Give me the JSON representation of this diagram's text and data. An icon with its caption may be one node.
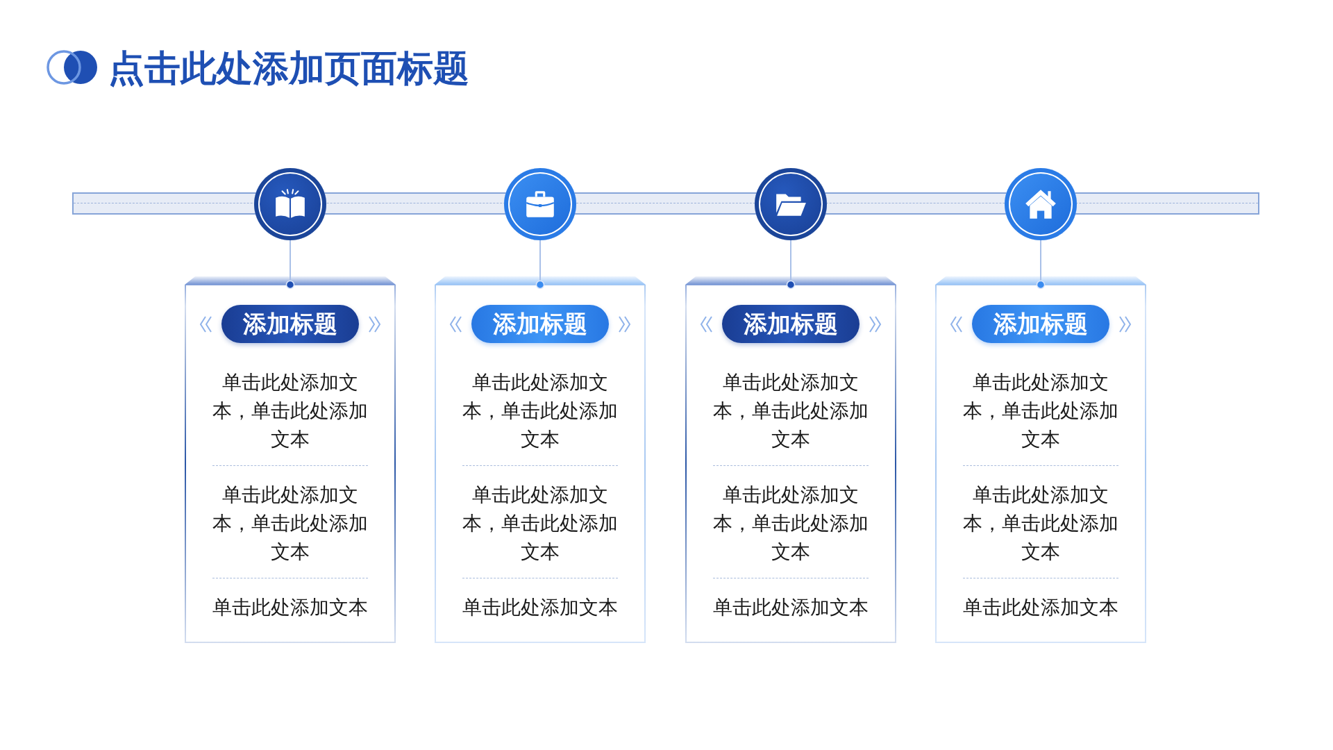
{
  "diagram": {
    "title": "点击此处添加页面标题",
    "nodes": [
      {
        "text": [],
        "shape": "circle"
      },
      {
        "text": [
          "单击此处添加文本，单击此处添加文本",
          "单击此处添加文本，单击此处添加文本",
          "单击此处添加文本"
        ]
      },
      {
        "text": [
          "添加标题"
        ],
        "in": 1
      },
      {
        "text": [],
        "shape": "circle"
      },
      {
        "text": [
          "单击此处添加文本，单击此处添加文本",
          "单击此处添加文本，单击此处添加文本",
          "单击此处添加文本"
        ]
      },
      {
        "text": [
          "添加标题"
        ],
        "in": 4
      },
      {
        "text": [],
        "shape": "circle"
      },
      {
        "text": [
          "单击此处添加文本，单击此处添加文本",
          "单击此处添加文本，单击此处添加文本",
          "单击此处添加文本"
        ]
      },
      {
        "text": [
          "添加标题"
        ],
        "in": 7
      },
      {
        "text": [],
        "shape": "circle"
      },
      {
        "text": [
          "单击此处添加文本，单击此处添加文本",
          "单击此处添加文本，单击此处添加文本",
          "单击此处添加文本"
        ]
      },
      {
        "text": [
          "添加标题"
        ],
        "in": 10
      }
    ],
    "edges": [
      {
        "from": 0,
        "to": 1,
        "arrow": "other"
      },
      {
        "from": 3,
        "to": 4,
        "arrow": "other"
      },
      {
        "from": 6,
        "to": 7,
        "arrow": "other"
      },
      {
        "from": 9,
        "to": 10,
        "arrow": "other"
      }
    ]
  }
}
